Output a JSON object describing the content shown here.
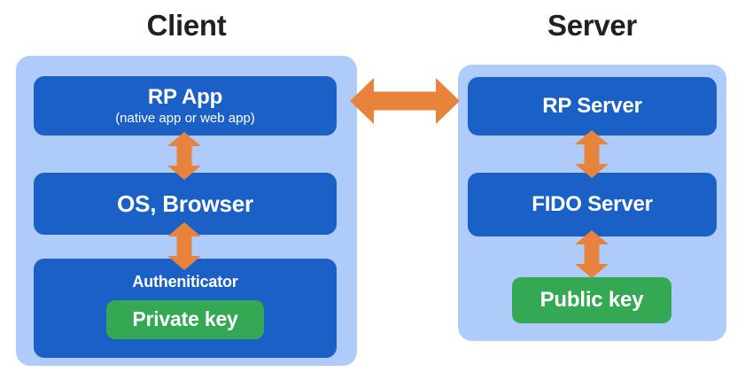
{
  "client": {
    "title": "Client",
    "boxes": {
      "rp_app": {
        "label": "RP App",
        "subtitle": "(native app or web app)"
      },
      "os_browser": {
        "label": "OS, Browser"
      },
      "authenticator": {
        "label": "Autheniticator",
        "key_label": "Private key"
      }
    }
  },
  "server": {
    "title": "Server",
    "boxes": {
      "rp_server": {
        "label": "RP Server"
      },
      "fido_server": {
        "label": "FIDO Server"
      },
      "public_key": {
        "label": "Public key"
      }
    }
  },
  "connections": [
    {
      "from": "RP App",
      "to": "RP Server",
      "direction": "bidirectional",
      "orientation": "horizontal"
    },
    {
      "from": "RP App",
      "to": "OS, Browser",
      "direction": "bidirectional",
      "orientation": "vertical"
    },
    {
      "from": "OS, Browser",
      "to": "Autheniticator",
      "direction": "bidirectional",
      "orientation": "vertical"
    },
    {
      "from": "RP Server",
      "to": "FIDO Server",
      "direction": "bidirectional",
      "orientation": "vertical"
    },
    {
      "from": "FIDO Server",
      "to": "Public key",
      "direction": "bidirectional",
      "orientation": "vertical"
    }
  ],
  "colors": {
    "panel": "#aecbfa",
    "box": "#1b60c6",
    "box_text": "#ffffff",
    "key_green": "#34a853",
    "arrow": "#e8833c",
    "title": "#202124"
  }
}
